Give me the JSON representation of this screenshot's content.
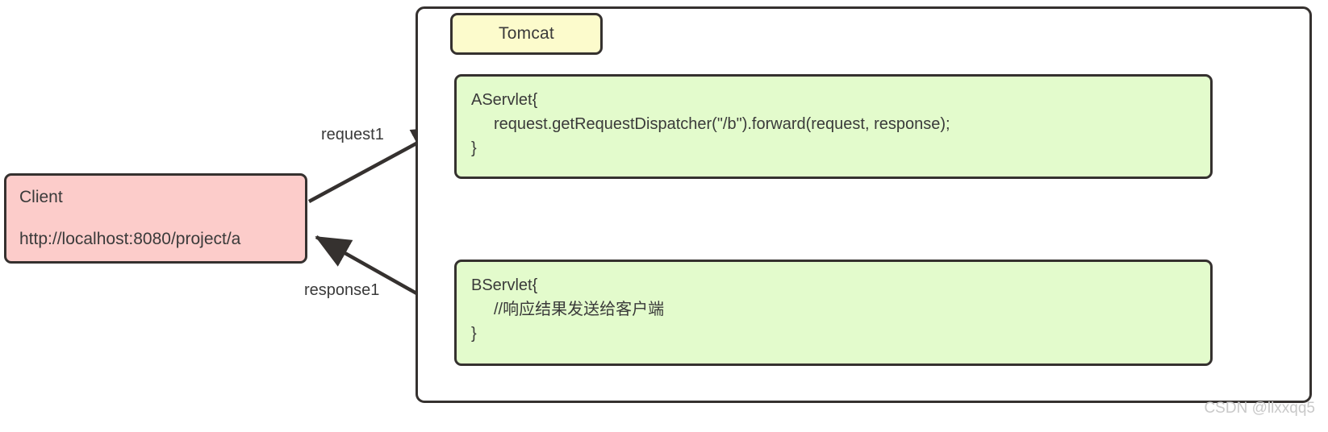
{
  "diagram": {
    "title": "Servlet request forward flow",
    "colors": {
      "stroke": "#35312f",
      "client_fill": "#fcccca",
      "server_fill": "#fcfbcc",
      "servlet_fill": "#e3fbcc",
      "text": "#3a3a3a",
      "watermark": "#c9c9c9"
    }
  },
  "client": {
    "title": "Client",
    "url": "http://localhost:8080/project/a"
  },
  "server": {
    "label": "Tomcat"
  },
  "aservlet": {
    "line1": "AServlet{",
    "line2": "request.getRequestDispatcher(\"/b\").forward(request, response);",
    "line3": "}"
  },
  "bservlet": {
    "line1": "BServlet{",
    "line2": "//响应结果发送给客户端",
    "line3": "}"
  },
  "edges": {
    "request": "request1",
    "response": "response1",
    "forward": ""
  },
  "watermark": {
    "text": "CSDN @llxxqq5"
  }
}
